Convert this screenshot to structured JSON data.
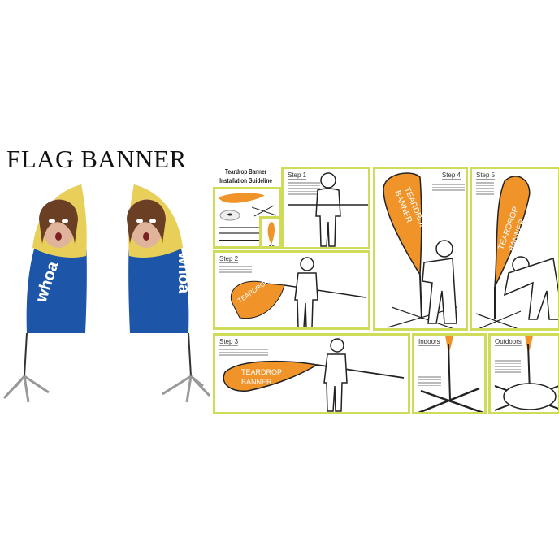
{
  "heading": "FLAG BANNER",
  "flag_text": "whoa",
  "guide_title_line1": "Teardrop Banner",
  "guide_title_line2": "Installation Guideline",
  "banner_text_line1": "TEARDROP",
  "banner_text_line2": "BANNER",
  "steps": {
    "step1": "Step 1",
    "step2": "Step 2",
    "step3": "Step 3",
    "step4": "Step 4",
    "step5": "Step 5",
    "indoors": "Indoors",
    "outdoors": "Outdoors"
  },
  "colors": {
    "panel_border": "#cfdc5a",
    "banner_orange": "#f0942a",
    "flag_yellow": "#e8cf5a",
    "flag_blue": "#1d56a8"
  }
}
